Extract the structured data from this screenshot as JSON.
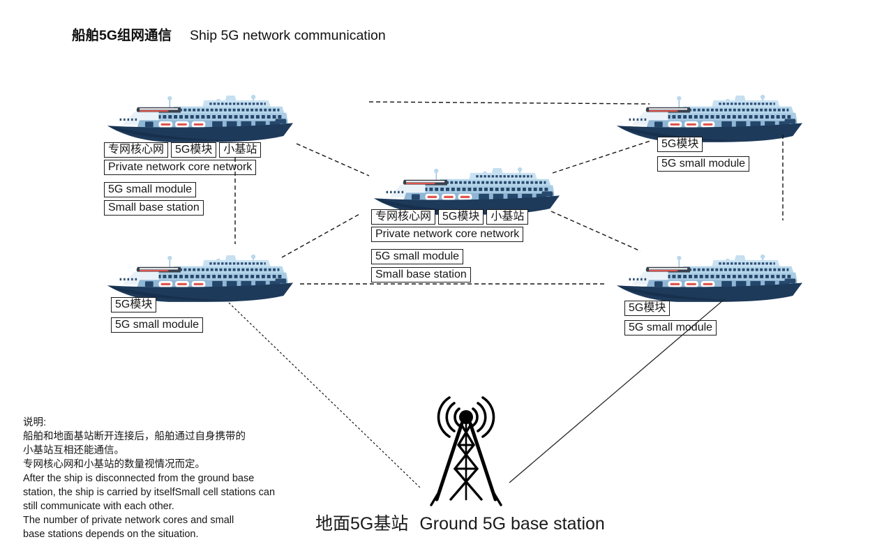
{
  "title": {
    "zh": "船舶5G组网通信",
    "en": "Ship 5G network communication"
  },
  "ships": {
    "top_left": {
      "tags": [
        "专网核心网",
        "5G模块",
        "小基站"
      ],
      "rows": [
        "Private network core network",
        "5G small module",
        "Small base station"
      ]
    },
    "center": {
      "tags": [
        "专网核心网",
        "5G模块",
        "小基站"
      ],
      "rows": [
        "Private network core network",
        "5G small module",
        "Small base station"
      ]
    },
    "top_right": {
      "tags": [
        "5G模块"
      ],
      "rows": [
        "5G small module"
      ]
    },
    "bottom_left": {
      "tags": [
        "5G模块"
      ],
      "rows": [
        "5G small module"
      ]
    },
    "bottom_right": {
      "tags": [
        "5G模块"
      ],
      "rows": [
        "5G small module"
      ]
    }
  },
  "base_station": {
    "zh": "地面5G基站",
    "en": "Ground 5G base station"
  },
  "notes": {
    "lines": [
      "说明:",
      "船舶和地面基站断开连接后，船舶通过自身携带的",
      "小基站互相还能通信。",
      "专网核心网和小基站的数量视情况而定。",
      "After the ship is disconnected from the ground base",
      "station, the ship is carried by itselfSmall cell stations can",
      "still communicate with each other.",
      "The number of private network cores and small",
      "base stations depends on the situation."
    ]
  },
  "colors": {
    "hull": "#1e3a5a",
    "deck_light": "#b7d8ec",
    "window_dark": "#26476c",
    "accent_red": "#e0574f",
    "line": "#141414"
  }
}
